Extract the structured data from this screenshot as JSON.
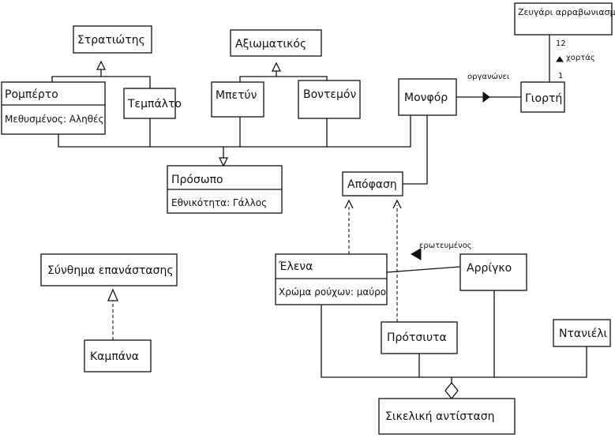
{
  "diagram": {
    "classes": {
      "stratiotis": {
        "name": "Στρατιώτης"
      },
      "axiomatikos": {
        "name": "Αξιωματικός"
      },
      "roberto": {
        "name": "Ρομπέρτο",
        "attribute": "Μεθυσμένος: Αληθές"
      },
      "tempalto": {
        "name": "Τεμπάλτο"
      },
      "mpetun": {
        "name": "Μπετύν"
      },
      "vontemon": {
        "name": "Βοντεμόν"
      },
      "monfor": {
        "name": "Μονφόρ"
      },
      "giorti": {
        "name": "Γιορτή"
      },
      "zeugari": {
        "name": "Ζευγάρι αρραβωνιασμένων"
      },
      "prosopo": {
        "name": "Πρόσωπο",
        "attribute": "Εθνικότητα: Γάλλος"
      },
      "apofasi": {
        "name": "Απόφαση"
      },
      "synthima": {
        "name": "Σύνθημα επανάστασης"
      },
      "kampana": {
        "name": "Καμπάνα"
      },
      "elena": {
        "name": "Έλενα",
        "attribute": "Χρώμα ρούχων: μαύρο"
      },
      "arrigko": {
        "name": "Αρρίγκο"
      },
      "protsiuta": {
        "name": "Πρότσιυτα"
      },
      "ntanieli": {
        "name": "Ντανιέλι"
      },
      "sikeliki": {
        "name": "Σικελική αντίσταση"
      }
    },
    "associations": {
      "monfor_giorti": {
        "label": "οργανώνει"
      },
      "zeugari_giorti": {
        "label": "χορτάς",
        "mult_top": "12",
        "mult_bottom": "1"
      },
      "arrigko_elena": {
        "label": "ερωτευμένος"
      }
    }
  }
}
